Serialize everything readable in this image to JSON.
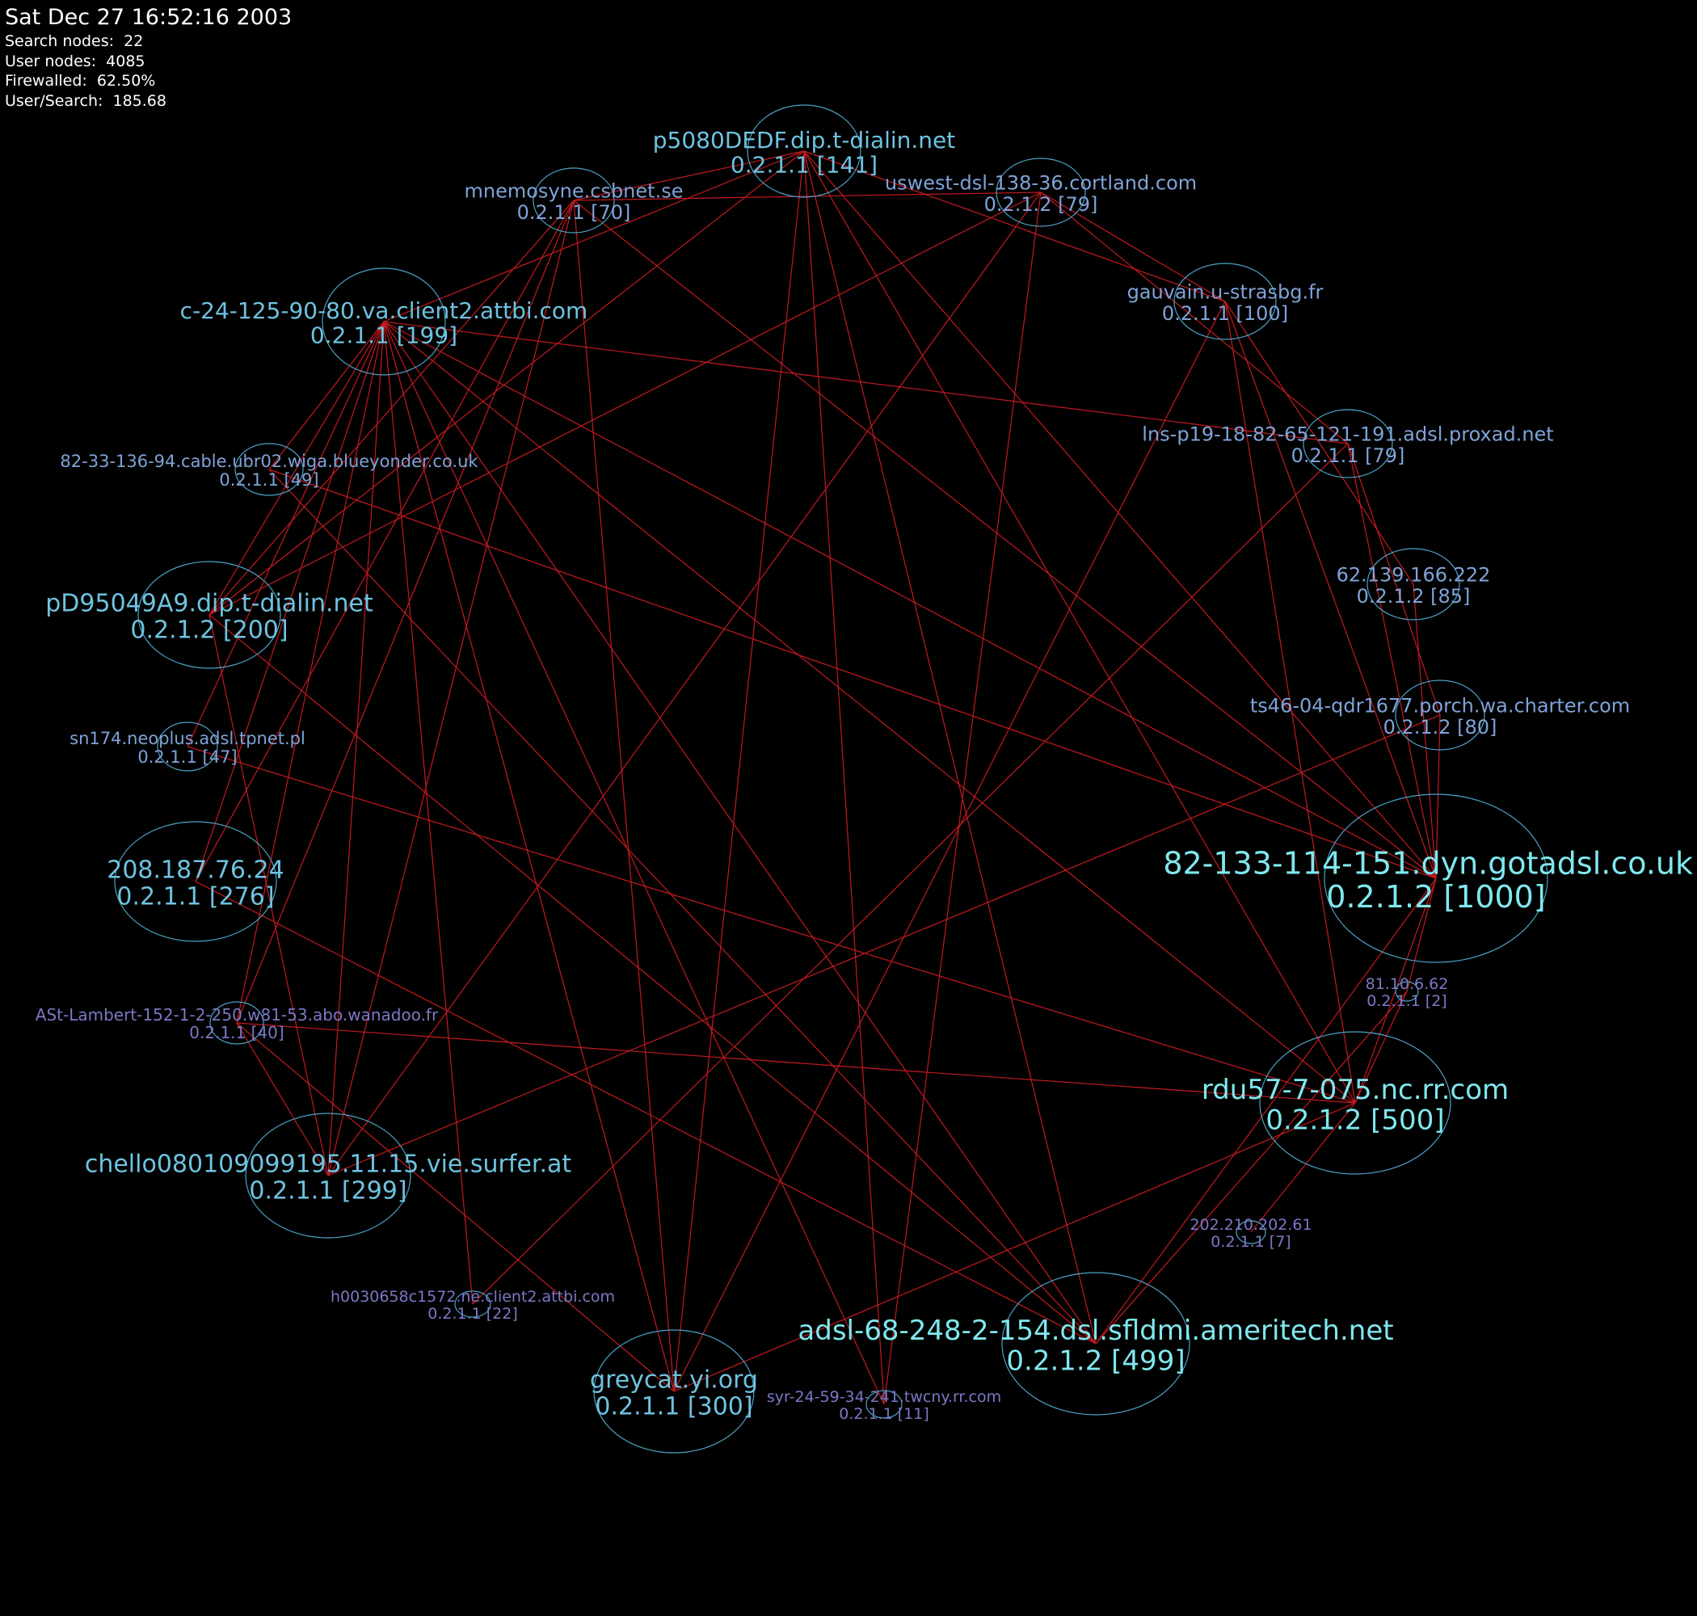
{
  "header": {
    "timestamp": "Sat Dec 27 16:52:16 2003",
    "stats": [
      {
        "label": "Search nodes:",
        "value": "22"
      },
      {
        "label": "User nodes:",
        "value": "4085"
      },
      {
        "label": "Firewalled:",
        "value": "62.50%"
      },
      {
        "label": "User/Search:",
        "value": "185.68"
      }
    ]
  },
  "colors": {
    "background": "#000000",
    "edge": "#c41a20",
    "node_outline": "#4ba3c6",
    "label_large": "#7fe8ee",
    "label_medium": "#6ec3e0",
    "label_small": "#7fa3d8",
    "label_tiny": "#7b78c6"
  },
  "nodes": [
    {
      "id": "n1",
      "host": "p5080DEDF.dip.t-dialin.net",
      "info": "0.2.1.1 [141]"
    },
    {
      "id": "n2",
      "host": "uswest-dsl-138-36.cortland.com",
      "info": "0.2.1.2 [79]"
    },
    {
      "id": "n3",
      "host": "gauvain.u-strasbg.fr",
      "info": "0.2.1.1 [100]"
    },
    {
      "id": "n4",
      "host": "lns-p19-18-82-65-121-191.adsl.proxad.net",
      "info": "0.2.1.1 [79]"
    },
    {
      "id": "n5",
      "host": "62.139.166.222",
      "info": "0.2.1.2 [85]"
    },
    {
      "id": "n6",
      "host": "ts46-04-qdr1677.porch.wa.charter.com",
      "info": "0.2.1.2 [80]"
    },
    {
      "id": "n7",
      "host": "82-133-114-151.dyn.gotadsl.co.uk",
      "info": "0.2.1.2 [1000]"
    },
    {
      "id": "n8",
      "host": "81.10.6.62",
      "info": "0.2.1.1 [2]"
    },
    {
      "id": "n9",
      "host": "rdu57-7-075.nc.rr.com",
      "info": "0.2.1.2 [500]"
    },
    {
      "id": "n10",
      "host": "202.210.202.61",
      "info": "0.2.1.1 [7]"
    },
    {
      "id": "n11",
      "host": "adsl-68-248-2-154.dsl.sfldmi.ameritech.net",
      "info": "0.2.1.2 [499]"
    },
    {
      "id": "n12",
      "host": "syr-24-59-34-241.twcny.rr.com",
      "info": "0.2.1.1 [11]"
    },
    {
      "id": "n13",
      "host": "greycat.yi.org",
      "info": "0.2.1.1 [300]"
    },
    {
      "id": "n14",
      "host": "h0030658c1572.ne.client2.attbi.com",
      "info": "0.2.1.1 [22]"
    },
    {
      "id": "n15",
      "host": "chello080109099195.11.15.vie.surfer.at",
      "info": "0.2.1.1 [299]"
    },
    {
      "id": "n16",
      "host": "ASt-Lambert-152-1-2-250.w81-53.abo.wanadoo.fr",
      "info": "0.2.1.1 [40]"
    },
    {
      "id": "n17",
      "host": "208.187.76.24",
      "info": "0.2.1.1 [276]"
    },
    {
      "id": "n18",
      "host": "sn174.neoplus.adsl.tpnet.pl",
      "info": "0.2.1.1 [47]"
    },
    {
      "id": "n19",
      "host": "pD95049A9.dip.t-dialin.net",
      "info": "0.2.1.2 [200]"
    },
    {
      "id": "n20",
      "host": "82-33-136-94.cable.ubr02.wiga.blueyonder.co.uk",
      "info": "0.2.1.1 [49]"
    },
    {
      "id": "n21",
      "host": "c-24-125-90-80.va.client2.attbi.com",
      "info": "0.2.1.1 [199]"
    },
    {
      "id": "n22",
      "host": "mnemosyne.csbnet.se",
      "info": "0.2.1.1 [70]"
    }
  ],
  "edges": [
    [
      "n1",
      "n7"
    ],
    [
      "n1",
      "n9"
    ],
    [
      "n1",
      "n11"
    ],
    [
      "n1",
      "n3"
    ],
    [
      "n1",
      "n21"
    ],
    [
      "n1",
      "n19"
    ],
    [
      "n1",
      "n22"
    ],
    [
      "n1",
      "n13"
    ],
    [
      "n2",
      "n3"
    ],
    [
      "n2",
      "n4"
    ],
    [
      "n2",
      "n22"
    ],
    [
      "n2",
      "n12"
    ],
    [
      "n2",
      "n15"
    ],
    [
      "n2",
      "n19"
    ],
    [
      "n3",
      "n7"
    ],
    [
      "n3",
      "n5"
    ],
    [
      "n3",
      "n13"
    ],
    [
      "n3",
      "n9"
    ],
    [
      "n4",
      "n7"
    ],
    [
      "n4",
      "n14"
    ],
    [
      "n4",
      "n6"
    ],
    [
      "n4",
      "n21"
    ],
    [
      "n5",
      "n7"
    ],
    [
      "n6",
      "n7"
    ],
    [
      "n6",
      "n15"
    ],
    [
      "n7",
      "n20"
    ],
    [
      "n7",
      "n21"
    ],
    [
      "n7",
      "n8"
    ],
    [
      "n7",
      "n9"
    ],
    [
      "n7",
      "n11"
    ],
    [
      "n7",
      "n22"
    ],
    [
      "n8",
      "n9"
    ],
    [
      "n8",
      "n11"
    ],
    [
      "n9",
      "n16"
    ],
    [
      "n9",
      "n18"
    ],
    [
      "n9",
      "n10"
    ],
    [
      "n9",
      "n13"
    ],
    [
      "n9",
      "n21"
    ],
    [
      "n11",
      "n17"
    ],
    [
      "n11",
      "n19"
    ],
    [
      "n11",
      "n21"
    ],
    [
      "n11",
      "n20"
    ],
    [
      "n12",
      "n21"
    ],
    [
      "n12",
      "n1"
    ],
    [
      "n13",
      "n21"
    ],
    [
      "n13",
      "n22"
    ],
    [
      "n13",
      "n16"
    ],
    [
      "n14",
      "n21"
    ],
    [
      "n15",
      "n21"
    ],
    [
      "n15",
      "n22"
    ],
    [
      "n15",
      "n16"
    ],
    [
      "n15",
      "n19"
    ],
    [
      "n16",
      "n21"
    ],
    [
      "n16",
      "n22"
    ],
    [
      "n17",
      "n21"
    ],
    [
      "n17",
      "n22"
    ],
    [
      "n18",
      "n21"
    ],
    [
      "n19",
      "n21"
    ],
    [
      "n19",
      "n22"
    ],
    [
      "n20",
      "n21"
    ]
  ]
}
